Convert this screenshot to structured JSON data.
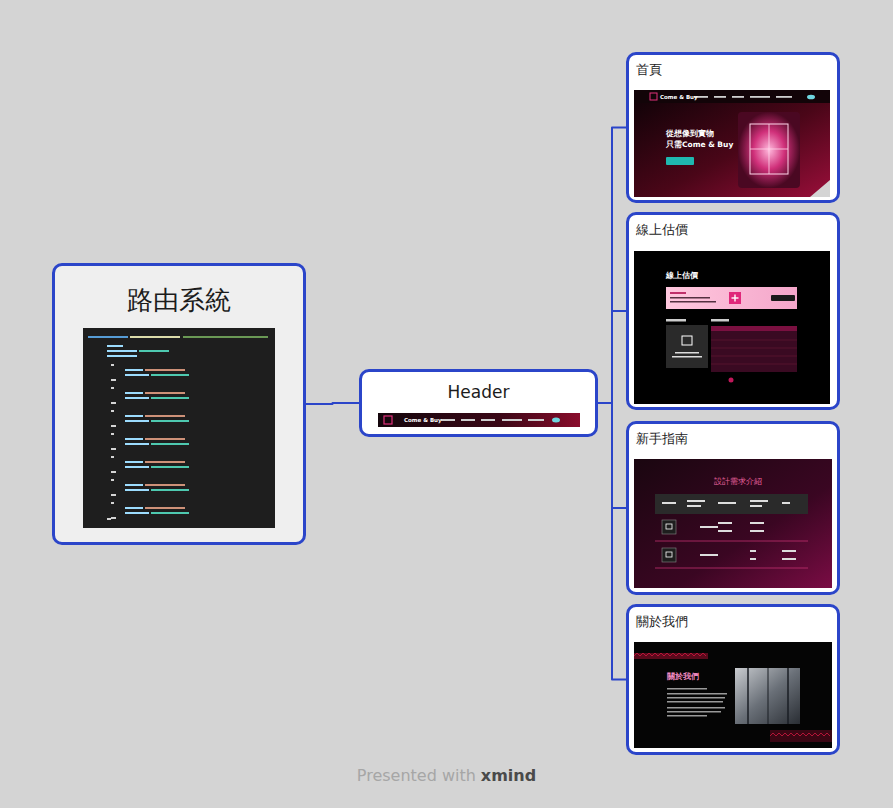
{
  "diagram": {
    "nodes": [
      {
        "text": [
          "路由系統"
        ]
      },
      {
        "text": [
          "Header"
        ]
      },
      {
        "text": [
          "首頁"
        ]
      },
      {
        "text": [
          "線上估價"
        ]
      },
      {
        "text": [
          "新手指南"
        ]
      },
      {
        "text": [
          "關於我們"
        ]
      }
    ],
    "edges": [
      {
        "from": 0,
        "to": 1,
        "arrow": "none"
      },
      {
        "from": 1,
        "to": 2,
        "arrow": "none"
      },
      {
        "from": 1,
        "to": 3,
        "arrow": "none"
      },
      {
        "from": 1,
        "to": 4,
        "arrow": "none"
      },
      {
        "from": 1,
        "to": 5,
        "arrow": "none"
      }
    ],
    "labels": [
      "Come & Buy",
      "Come & Buy",
      "從想像到實物",
      "只需Come & Buy",
      "線上估價",
      "設計需求介紹",
      "關於我們",
      "Presented with",
      "xmind"
    ]
  }
}
